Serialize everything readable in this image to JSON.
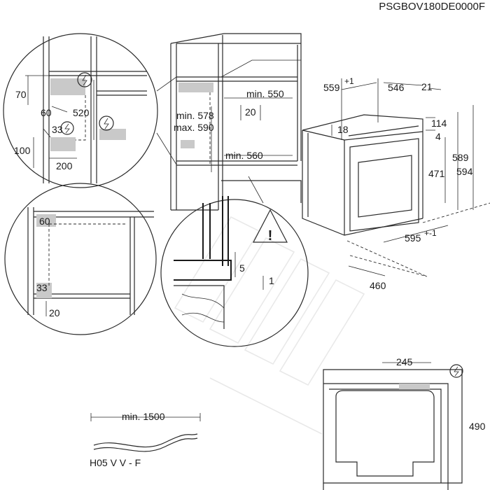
{
  "model_code": "PSGBOV180DE0000F",
  "icons": {
    "power": "power-hazard-icon",
    "warning": "warning-triangle-icon",
    "watermark": "watermark-logo"
  },
  "dims": {
    "d70": "70",
    "d60": "60",
    "d520": "520",
    "d33": "33",
    "d100": "100",
    "d200": "200",
    "d550": "min. 550",
    "d20a": "20",
    "d578": "min. 578",
    "d590": "max. 590",
    "d560": "min. 560",
    "d559": "559",
    "d559_tol": "+1",
    "d546": "546",
    "d21": "21",
    "d18": "18",
    "d114": "114",
    "d4": "4",
    "d471": "471",
    "d589": "589",
    "d594": "594",
    "d595": "595",
    "d595_tol": "+-1",
    "d460": "460",
    "d60b": "60",
    "d33b": "33",
    "d20b": "20",
    "d5": "5",
    "d1": "1",
    "d245": "245",
    "d490": "490",
    "d1500": "min. 1500",
    "cable": "H05 V V - F"
  }
}
